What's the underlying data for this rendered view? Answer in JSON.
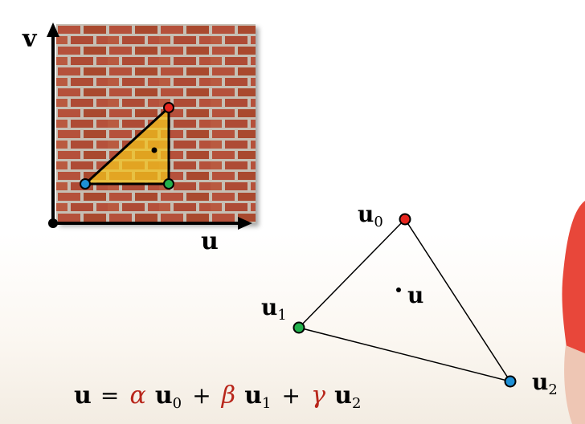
{
  "texture_panel": {
    "axis_v_label": "v",
    "axis_u_label": "u"
  },
  "vertices": {
    "u0": {
      "base": "u",
      "sub": "0",
      "color": "#e6261f"
    },
    "u1": {
      "base": "u",
      "sub": "1",
      "color": "#22b14c"
    },
    "u2": {
      "base": "u",
      "sub": "2",
      "color": "#1e90d6"
    }
  },
  "interior_point_label": "u",
  "equation": {
    "lhs": "u",
    "eq": "=",
    "alpha": "α",
    "beta": "β",
    "gamma": "γ",
    "plus": "+",
    "u": "u",
    "sub0": "0",
    "sub1": "1",
    "sub2": "2"
  },
  "colors": {
    "brick": "#b5513a",
    "mortar": "#c9c2b8",
    "highlight": "#f3c21c",
    "greek": "#b8261b"
  }
}
